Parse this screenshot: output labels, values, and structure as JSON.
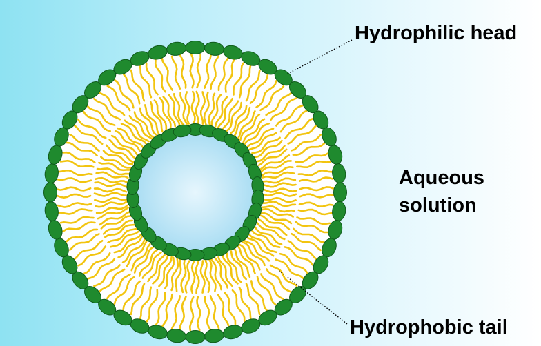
{
  "labels": {
    "hydrophilic_head": "Hydrophilic head",
    "hydrophobic_tail": "Hydrophobic tail",
    "aqueous_line1": "Aqueous",
    "aqueous_line2": "solution"
  },
  "colors": {
    "head_fill": "#1f8a2e",
    "head_stroke": "#0f5a1a",
    "tail": "#f2c40f",
    "lumen_center": "#e6f6fd",
    "lumen_edge": "#a9ddf3",
    "bilayer_fill": "#ffffff",
    "leader_line": "#000000"
  },
  "vesicle": {
    "outer_head_count": 48,
    "inner_head_count": 30
  }
}
